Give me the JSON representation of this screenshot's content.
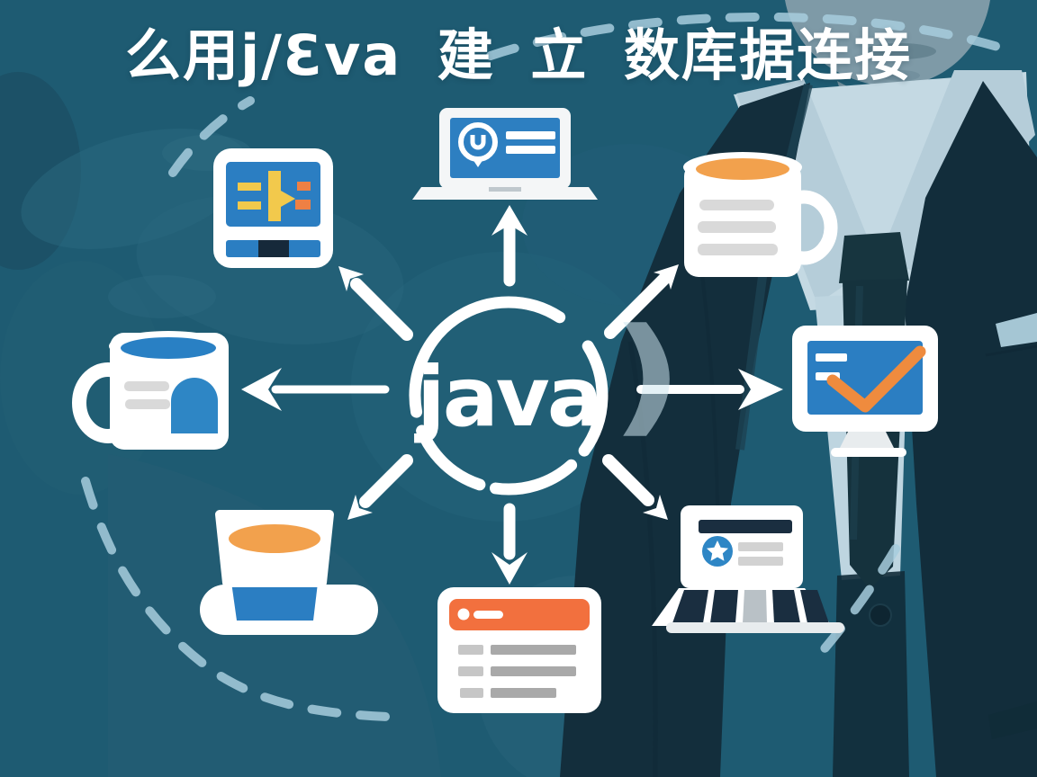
{
  "title": "么用j/Ɛva 建 立 数库据连接",
  "hub": {
    "label": "java",
    "bracket": ")"
  },
  "diagram": {
    "type": "hub-and-spoke",
    "center_node": "java",
    "spoke_count": 8,
    "nodes": [
      {
        "position": "top-left",
        "icon": "code-monitor-icon"
      },
      {
        "position": "top",
        "icon": "laptop-pin-badge-icon"
      },
      {
        "position": "top-right",
        "icon": "coffee-mug-document-icon"
      },
      {
        "position": "right",
        "icon": "monitor-checkmark-icon"
      },
      {
        "position": "bottom-right",
        "icon": "laptop-star-document-icon"
      },
      {
        "position": "bottom",
        "icon": "document-card-icon"
      },
      {
        "position": "bottom-left",
        "icon": "coffee-cup-saucer-icon"
      },
      {
        "position": "left",
        "icon": "mug-database-icon"
      }
    ]
  },
  "background": {
    "figure": "businessman-in-suit-photo",
    "texture": "world-map",
    "dashed_arc_count": 4
  },
  "colors": {
    "background_teal": "#1e5b72",
    "map_teal": "#2a6a80",
    "suit_navy": "#132e3c",
    "shirt_blue": "#bcd3de",
    "white": "#ffffff",
    "accent_blue": "#2b7ec2",
    "accent_orange": "#ee8044",
    "accent_orange_light": "#f2a14d",
    "accent_yellow": "#f2c94c",
    "dashed_line": "#a7cddd",
    "gray_line": "#d9d9d9"
  }
}
